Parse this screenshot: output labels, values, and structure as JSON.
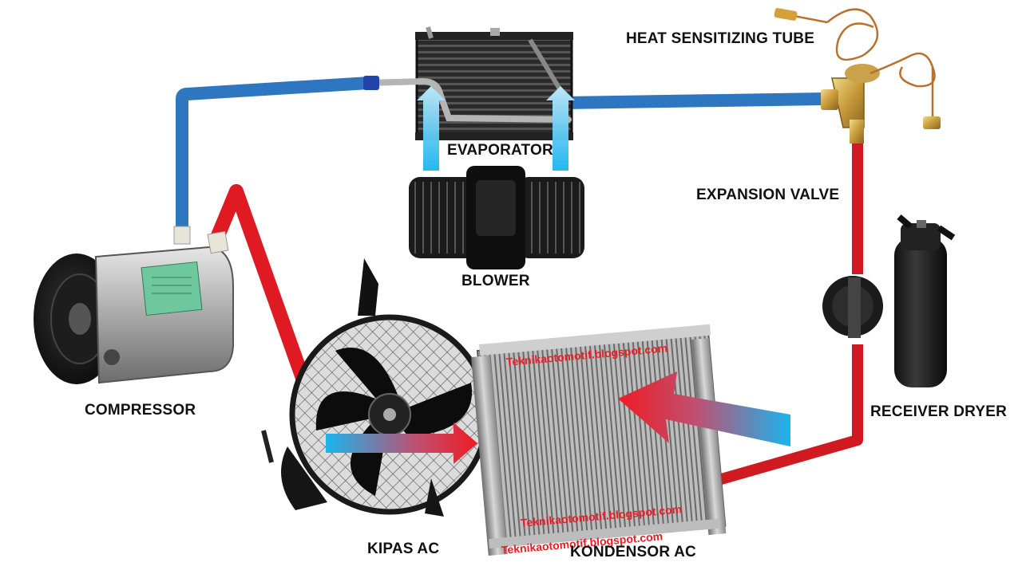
{
  "labels": {
    "compressor": "COMPRESSOR",
    "evaporator": "EVAPORATOR",
    "blower": "BLOWER",
    "heat_tube": "HEAT SENSITIZING TUBE",
    "expansion_valve": "EXPANSION VALVE",
    "receiver_dryer": "RECEIVER DRYER",
    "kipas": "KIPAS AC",
    "kondensor": "KONDENSOR AC"
  },
  "watermarks": {
    "top": "Teknikaotomotif.blogspot.com",
    "middle": "Teknikaotomotif.blogspot.com",
    "bottom": "Teknikaotomotif.blogspot.com"
  },
  "colors": {
    "low_pressure_line": "#2f76c0",
    "high_pressure_line": "#e01a22",
    "airflow_cold": "#1ab4ee",
    "airflow_hot": "#ee1b24"
  }
}
